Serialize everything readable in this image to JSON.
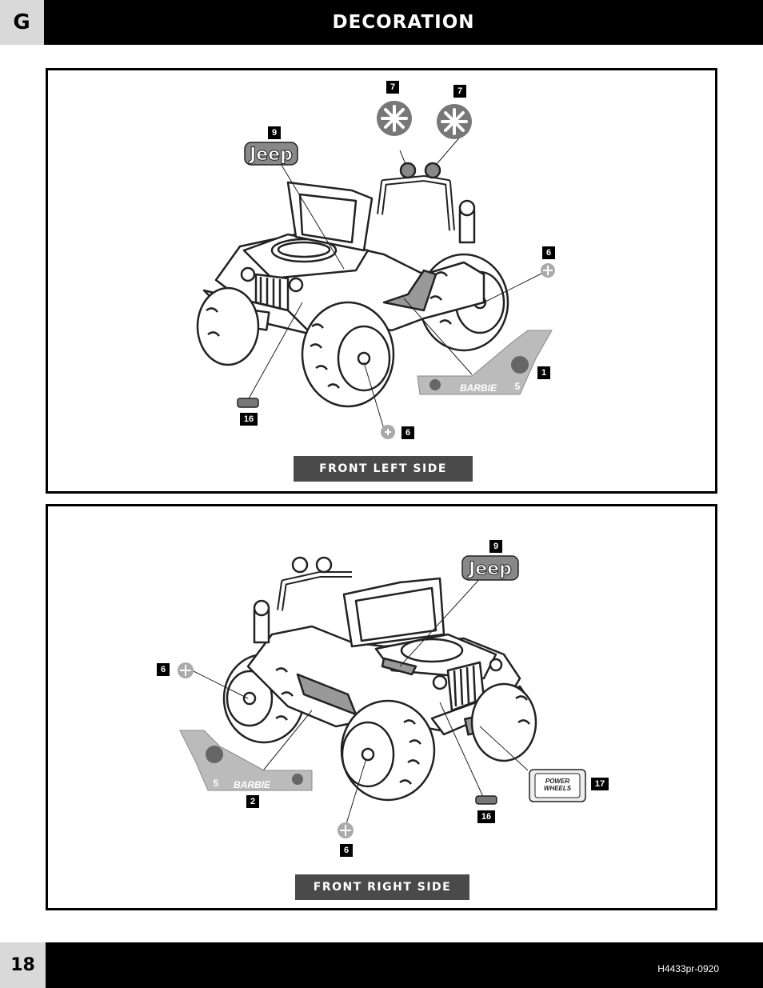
{
  "header": {
    "section_letter": "G",
    "title": "DECORATION"
  },
  "panel_left": {
    "caption": "FRONT LEFT SIDE",
    "callouts": [
      "7",
      "7",
      "9",
      "6",
      "1",
      "16",
      "6"
    ],
    "decal_jeep": "Jeep",
    "decal_barbie": "BARBIE",
    "decal_barbie_number": "5"
  },
  "panel_right": {
    "caption": "FRONT RIGHT SIDE",
    "callouts": [
      "9",
      "6",
      "2",
      "17",
      "16",
      "6"
    ],
    "decal_jeep": "Jeep",
    "decal_barbie": "BARBIE",
    "decal_barbie_number": "5",
    "decal_powerwheels_line1": "POWER",
    "decal_powerwheels_line2": "WHEELS"
  },
  "footer": {
    "page_number": "18",
    "doc_code": "H4433pr-0920"
  }
}
